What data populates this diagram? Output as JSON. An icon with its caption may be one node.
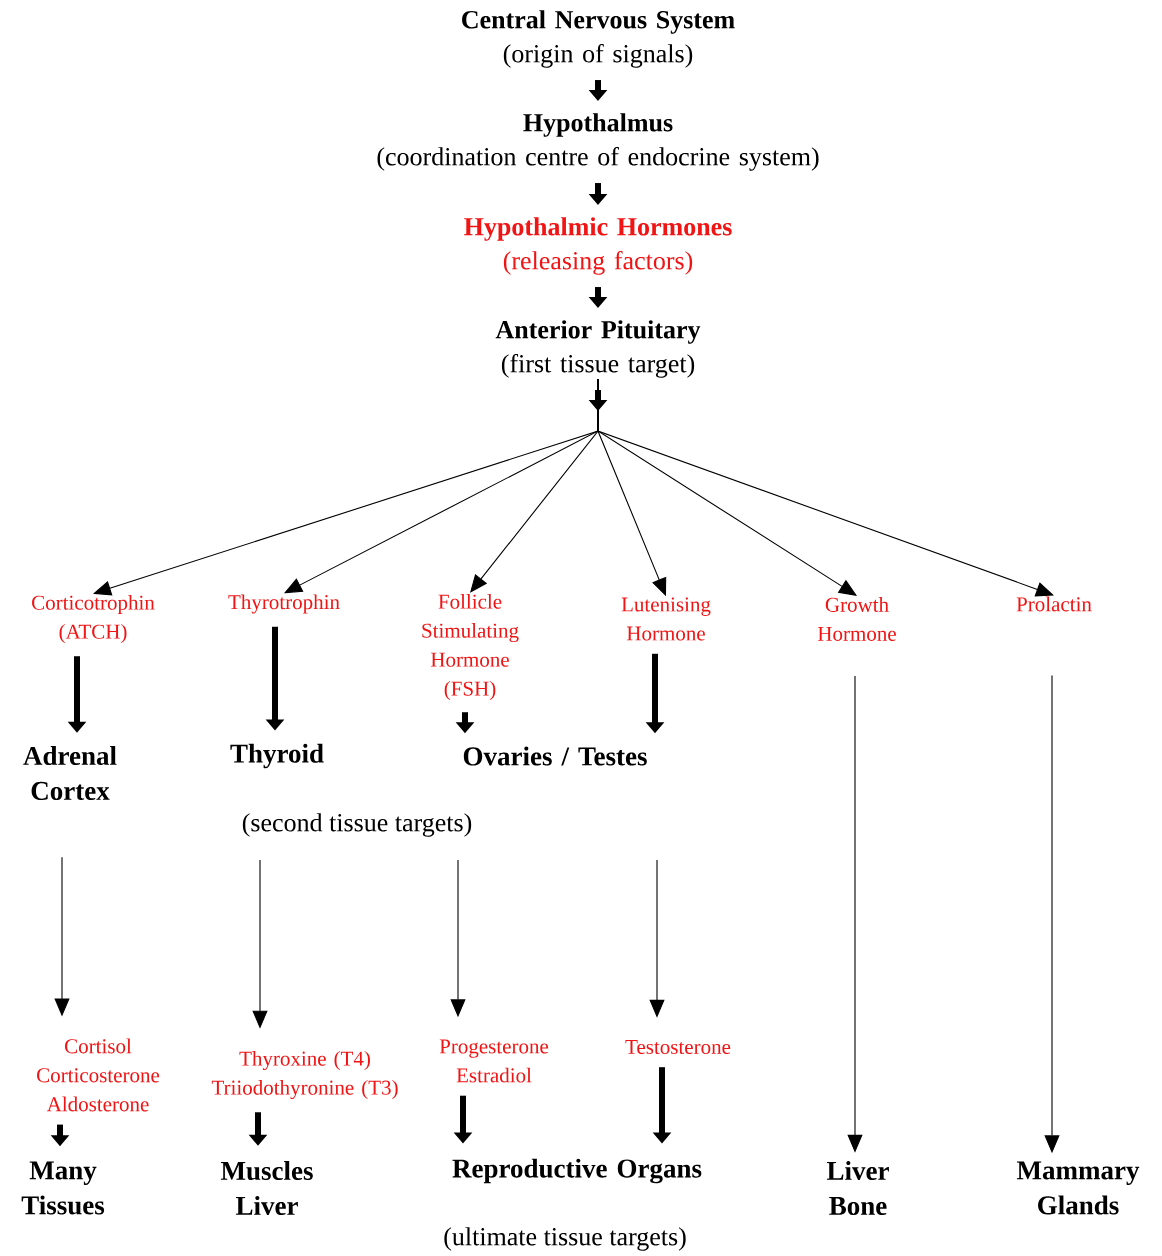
{
  "diagram": {
    "nodes": [
      {
        "text": [
          "Central Nervous System",
          "(origin of signals)"
        ]
      },
      {
        "text": [
          "Hypothalmus",
          "(coordination centre of endocrine system)"
        ]
      },
      {
        "text": [
          "Hypothalmic Hormones",
          "(releasing factors)"
        ]
      },
      {
        "text": [
          "Anterior Pituitary",
          "(first tissue target)"
        ]
      },
      {
        "text": [
          "Corticotrophin (ATCH)"
        ]
      },
      {
        "text": [
          "Thyrotrophin"
        ]
      },
      {
        "text": [
          "Follicle Stimulating Hormone (FSH)"
        ]
      },
      {
        "text": [
          "Lutenising Hormone"
        ]
      },
      {
        "text": [
          "Growth Hormone"
        ]
      },
      {
        "text": [
          "Prolactin"
        ]
      },
      {
        "text": [
          "Adrenal Cortex"
        ]
      },
      {
        "text": [
          "Thyroid"
        ]
      },
      {
        "text": [
          "Ovaries / Testes"
        ]
      },
      {
        "text": [
          "Cortisol Corticosterone Aldosterone"
        ]
      },
      {
        "text": [
          "Thyroxine (T4) Triiodothyronine (T3)"
        ]
      },
      {
        "text": [
          "Progesterone Estradiol"
        ]
      },
      {
        "text": [
          "Testosterone"
        ]
      },
      {
        "text": [
          "Many Tissues"
        ]
      },
      {
        "text": [
          "Muscles Liver"
        ]
      },
      {
        "text": [
          "Reproductive Organs"
        ]
      },
      {
        "text": [
          "Liver Bone"
        ]
      },
      {
        "text": [
          "Mammary Glands"
        ]
      }
    ],
    "edges": [
      {
        "from": 0,
        "to": 1,
        "arrow": "to",
        "style": "thick"
      },
      {
        "from": 1,
        "to": 2,
        "arrow": "to",
        "style": "thick"
      },
      {
        "from": 2,
        "to": 3,
        "arrow": "to",
        "style": "thick"
      },
      {
        "from": 3,
        "to": 4,
        "arrow": "to"
      },
      {
        "from": 3,
        "to": 5,
        "arrow": "to"
      },
      {
        "from": 3,
        "to": 6,
        "arrow": "to"
      },
      {
        "from": 3,
        "to": 7,
        "arrow": "to"
      },
      {
        "from": 3,
        "to": 8,
        "arrow": "to"
      },
      {
        "from": 3,
        "to": 9,
        "arrow": "to"
      },
      {
        "from": 4,
        "to": 10,
        "arrow": "to",
        "style": "thick"
      },
      {
        "from": 5,
        "to": 11,
        "arrow": "to",
        "style": "thick"
      },
      {
        "from": 6,
        "to": 12,
        "arrow": "to",
        "style": "thick"
      },
      {
        "from": 7,
        "to": 12,
        "arrow": "to",
        "style": "thick"
      },
      {
        "from": 10,
        "to": 13,
        "arrow": "to"
      },
      {
        "from": null,
        "to": 14,
        "arrow": "to"
      },
      {
        "from": null,
        "to": 15,
        "arrow": "to"
      },
      {
        "from": null,
        "to": 16,
        "arrow": "to"
      },
      {
        "from": 8,
        "to": 20,
        "arrow": "to"
      },
      {
        "from": 9,
        "to": 21,
        "arrow": "to"
      },
      {
        "from": 13,
        "to": 17,
        "arrow": "to",
        "style": "thick"
      },
      {
        "from": 14,
        "to": 18,
        "arrow": "to",
        "style": "thick"
      },
      {
        "from": 15,
        "to": 19,
        "arrow": "to",
        "style": "thick"
      },
      {
        "from": 16,
        "to": 19,
        "arrow": "to",
        "style": "thick"
      }
    ],
    "labels": [
      "(second tissue targets)",
      "(ultimate tissue targets)"
    ]
  }
}
